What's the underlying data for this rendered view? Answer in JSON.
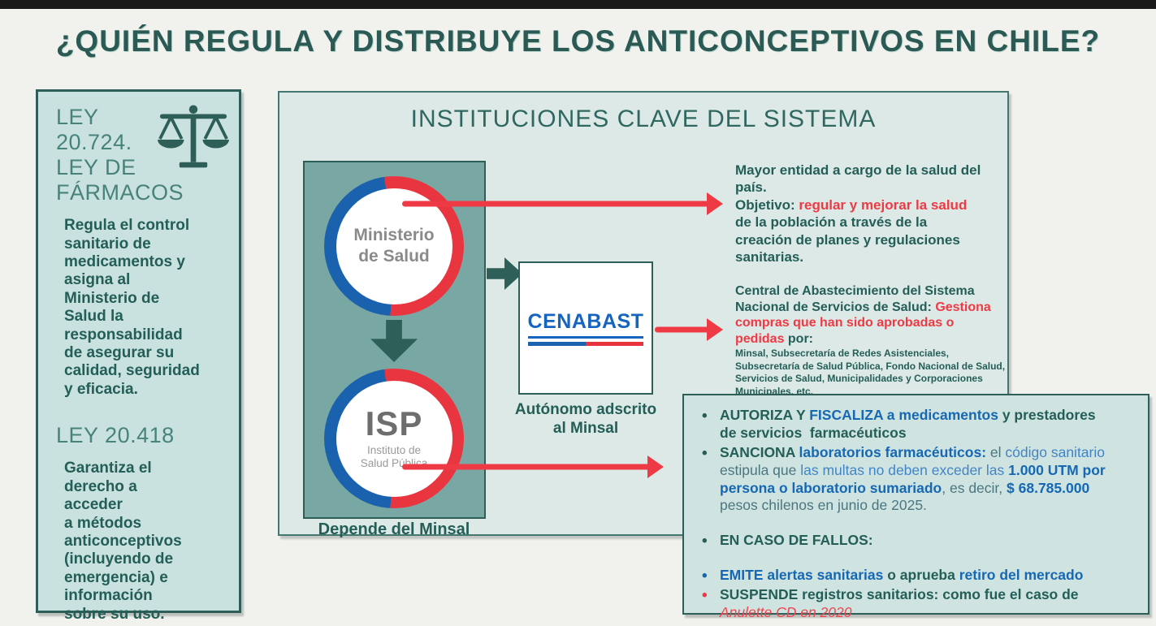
{
  "title": "¿QUIÉN REGULA Y DISTRIBUYE LOS ANTICONCEPTIVOS EN CHILE?",
  "colors": {
    "dark_teal_text": "#235E57",
    "teal_heading": "#47837B",
    "inner_box_teal": "#79A7A3",
    "law_card_bg": "#C9E1DF",
    "panel_bg": "#DDE9E7",
    "right_box_bg": "#CFE3E1",
    "accent_red": "#EE3A44",
    "accent_blue": "#1668B3",
    "logo_blue": "#1565C0",
    "logo_ring_blue": "#1B62AE",
    "logo_ring_red": "#E93540",
    "circle_gray_text": "#8A8A8A",
    "top_strip": "#191A19"
  },
  "sidebar": {
    "law1_title": "LEY 20.724.\nLEY DE\nFÁRMACOS",
    "law1_body": "Regula el control\nsanitario de\nmedicamentos y\nasigna al\nMinisterio de\nSalud la\nresponsabilidad\nde asegurar su\ncalidad, seguridad\ny eficacia.",
    "law2_title": "LEY 20.418",
    "law2_body": "Garantiza el\nderecho a\nacceder\na métodos\nanticonceptivos\n(incluyendo de\nemergencia) e\ninformación\nsobre su uso.",
    "icon": "justice-scales-icon"
  },
  "panel": {
    "title": "INSTITUCIONES CLAVE DEL SISTEMA",
    "minsal_label": "Ministerio\nde Salud",
    "isp_acronym": "ISP",
    "isp_subtitle": "Instituto de\nSalud Pública",
    "depends_caption": "Depende del Minsal",
    "cenabast_logo_text": "CENABAST",
    "cenabast_caption": "Autónomo adscrito\nal Minsal"
  },
  "annotations": {
    "minsal_note": {
      "segments": [
        {
          "t": "Mayor entidad a cargo de la salud del\npaís.\nObjetivo: ",
          "s": "teal-b"
        },
        {
          "t": "regular y mejorar la salud",
          "s": "red-b"
        },
        {
          "t": "\nde la población a través de la\ncreación de planes y regulaciones\nsanitarias.",
          "s": "teal-b"
        }
      ]
    },
    "cenabast_note": {
      "segments": [
        {
          "t": "Central de Abastecimiento del Sistema\nNacional de Servicios de Salud: ",
          "s": "teal-b"
        },
        {
          "t": "Gestiona\ncompras que han sido aprobadas o\npedidas ",
          "s": "red-b"
        },
        {
          "t": "por:",
          "s": "teal-b"
        }
      ],
      "small_segments": [
        {
          "t": " Minsal, Subsecretaría de Redes Asistenciales,\nSubsecretaría de Salud Pública, Fondo Nacional de Salud,\nServicios de Salud, Municipalidades y Corporaciones\nMunicipales, etc.",
          "s": "teal-b"
        }
      ]
    }
  },
  "right_box": {
    "items": [
      {
        "bullet": "teal",
        "segments": [
          {
            "t": "AUTORIZA Y ",
            "s": "teal-b"
          },
          {
            "t": "FISCALIZA a medicamentos",
            "s": "blue-b"
          },
          {
            "t": " y prestadores\nde servicios  farmacéuticos",
            "s": "teal-b"
          }
        ]
      },
      {
        "bullet": "teal",
        "segments": [
          {
            "t": "SANCIONA",
            "s": "teal-b"
          },
          {
            "t": " laboratorios farmacéuticos:",
            "s": "blue-b"
          },
          {
            "t": " el ",
            "s": "teal-r"
          },
          {
            "t": "código sanitario",
            "s": "blue-r"
          },
          {
            "t": "\nestipula que ",
            "s": "teal-r"
          },
          {
            "t": "las multas no deben exceder las ",
            "s": "blue-r"
          },
          {
            "t": "1.000 UTM por\npersona o laboratorio sumariado",
            "s": "blue-b"
          },
          {
            "t": ", es decir, ",
            "s": "teal-r"
          },
          {
            "t": "$ 68.785.000",
            "s": "blue-b"
          },
          {
            "t": "\npesos chilenos en junio de 2025.",
            "s": "teal-r"
          }
        ]
      },
      {
        "bullet": "teal",
        "segments": [
          {
            "t": "EN CASO DE FALLOS:",
            "s": "teal-b"
          }
        ]
      },
      {
        "bullet": "blue",
        "segments": [
          {
            "t": " EMITE alertas sanitarias",
            "s": "blue-b"
          },
          {
            "t": " o aprueba ",
            "s": "teal-b"
          },
          {
            "t": "retiro del mercado",
            "s": "blue-b"
          }
        ]
      },
      {
        "bullet": "red",
        "segments": [
          {
            "t": "SUSPENDE registros sanitarios: como fue el caso de",
            "s": "teal-b"
          },
          {
            "t": "\nAnulette CD en 2020",
            "s": "red-i"
          }
        ]
      }
    ]
  }
}
